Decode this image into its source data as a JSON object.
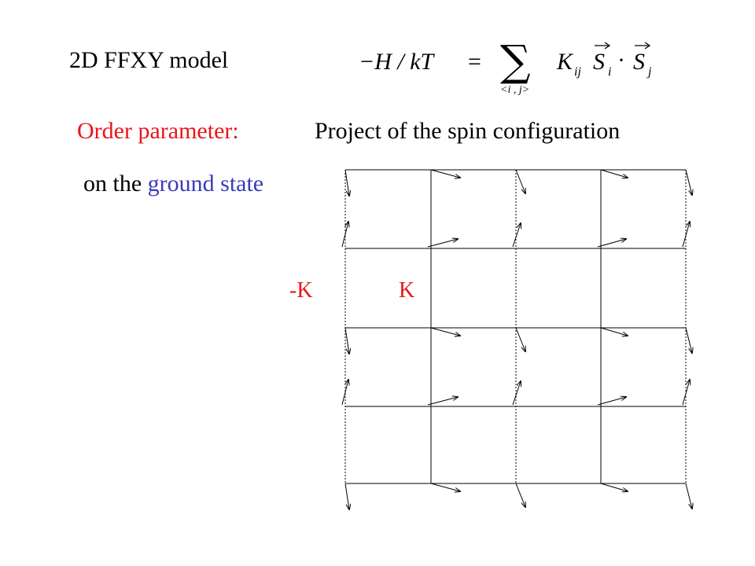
{
  "slide": {
    "title": "2D FFXY  model",
    "order_parameter_label": "Order parameter:",
    "order_parameter_text": "Project of the spin configuration",
    "ground_state_prefix": "on the ",
    "ground_state_highlight": "ground state"
  },
  "equation": {
    "lhs": "−H / kT",
    "equals": "=",
    "sum_symbol": "∑",
    "sum_index": "<i , j>",
    "coupling": "K",
    "coupling_sub": "ij",
    "spin": "S",
    "spin_sub_i": "i",
    "spin_sub_j": "j",
    "dot": "·"
  },
  "lattice": {
    "label_negative": "-K",
    "label_positive": "K",
    "rows": 4,
    "cols": 4,
    "antiferro_bond": "dashed"
  },
  "colors": {
    "text": "#000000",
    "order_parameter": "#e8161b",
    "ground_state": "#3a3aba",
    "coupling_labels": "#e8161b",
    "lines": "#000000"
  }
}
